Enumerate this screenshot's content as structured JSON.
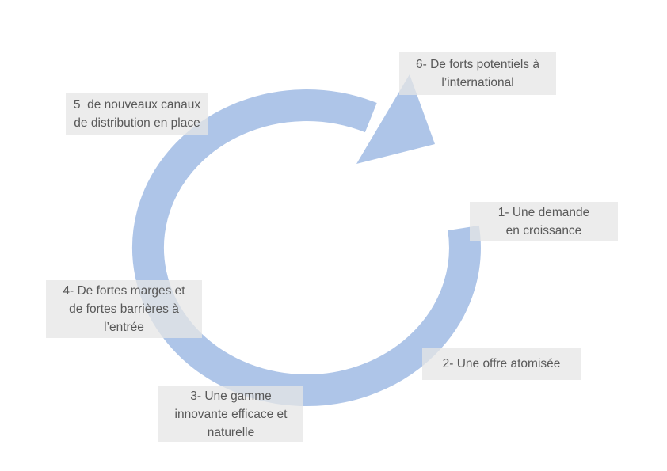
{
  "diagram": {
    "type": "cycle",
    "colors": {
      "arrow": "#aec5e8",
      "box_background": "rgba(230,230,230,0.75)",
      "text": "#595959",
      "background": "#ffffff"
    },
    "steps": [
      {
        "id": 1,
        "label": "1- Une demande\nen croissance"
      },
      {
        "id": 2,
        "label": "2- Une offre atomisée"
      },
      {
        "id": 3,
        "label": "3- Une gamme\ninnovante efficace et\nnaturelle"
      },
      {
        "id": 4,
        "label": "4- De fortes marges et\nde fortes barrières à\nl’entrée"
      },
      {
        "id": 5,
        "label": "5  de nouveaux canaux\nde distribution en place"
      },
      {
        "id": 6,
        "label": "6- De forts potentiels à\nl’international"
      }
    ]
  }
}
